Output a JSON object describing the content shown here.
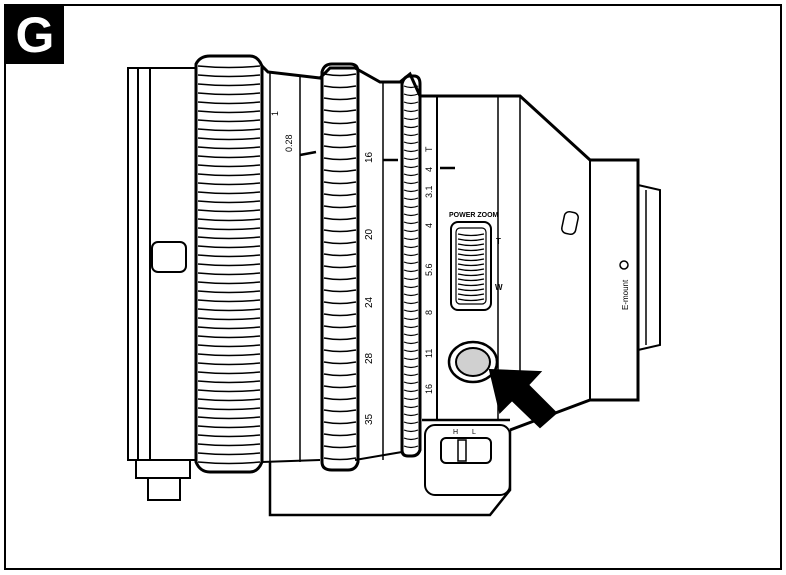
{
  "figure_label": "G",
  "focus_scale": {
    "labels": [
      "1",
      "0.28"
    ]
  },
  "zoom_scale": {
    "labels": [
      "16",
      "20",
      "24",
      "28",
      "35"
    ]
  },
  "iris_scale": {
    "labels": [
      "T",
      "4",
      "3.1",
      "4",
      "5.6",
      "8",
      "11",
      "16"
    ]
  },
  "power_zoom": {
    "title": "POWER ZOOM",
    "tele": "T",
    "wide": "W"
  },
  "speed_switch": {
    "high": "H",
    "low": "L"
  },
  "mount_label": "E-mount",
  "colors": {
    "line": "#000000",
    "button_fill": "#d0d0d0"
  }
}
